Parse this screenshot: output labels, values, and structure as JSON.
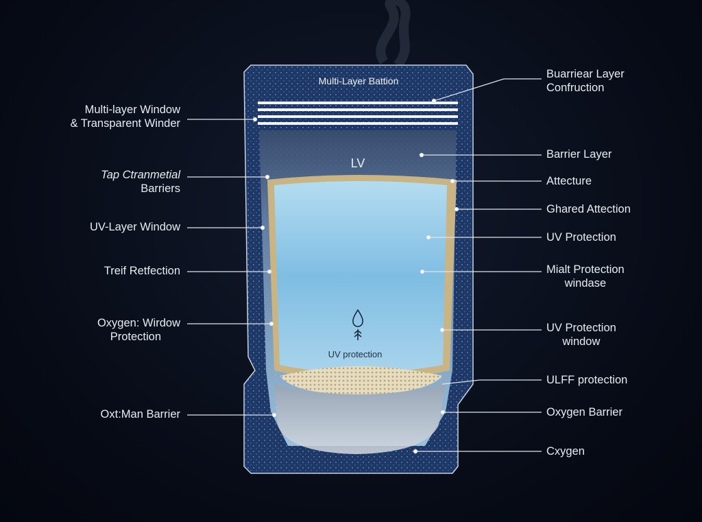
{
  "pouch": {
    "header_label": "Multi-Layer Battion",
    "window_label": "LV",
    "inner_label": "UV protection",
    "inner_icon": "water-drop-icon",
    "colors": {
      "background": "#070b16",
      "pouch_navy": "#1d3766",
      "window_blue": "#8fc3e3",
      "inner_border": "#c9b486"
    }
  },
  "left_labels": [
    {
      "lines": [
        "Multi-layer Window",
        "& Transparent Winder"
      ]
    },
    {
      "lines": [
        "Tap Ctranmetial",
        "Barriers"
      ]
    },
    {
      "lines": [
        "UV-Layer Window"
      ]
    },
    {
      "lines": [
        "Treif Retfection"
      ]
    },
    {
      "lines": [
        "Oxygen: Wirdow",
        "Protection"
      ]
    },
    {
      "lines": [
        "Oxt:Man Barrier"
      ]
    }
  ],
  "right_labels": [
    {
      "lines": [
        "Buarriear Layer",
        "Confruction"
      ]
    },
    {
      "lines": [
        "Barrier Layer"
      ]
    },
    {
      "lines": [
        "Attecture"
      ]
    },
    {
      "lines": [
        "Ghared Attection"
      ]
    },
    {
      "lines": [
        "UV Protection"
      ]
    },
    {
      "lines": [
        "Mialt Protection",
        "windase"
      ]
    },
    {
      "lines": [
        "UV Protection",
        "window"
      ]
    },
    {
      "lines": [
        "ULFF protection"
      ]
    },
    {
      "lines": [
        "Oxygen Barrier"
      ]
    },
    {
      "lines": [
        "Cxygen"
      ]
    }
  ]
}
